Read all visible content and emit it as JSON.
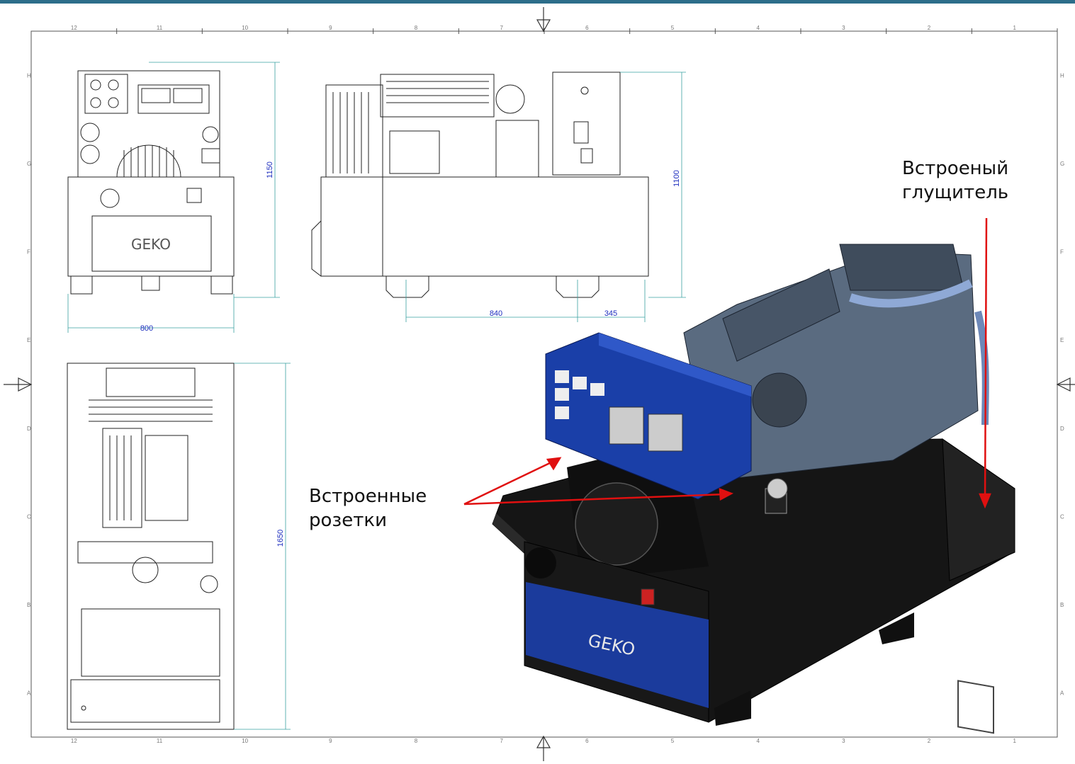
{
  "brand": "GEKO",
  "callouts": {
    "sockets": [
      "Встроенные",
      "розетки"
    ],
    "muffler": [
      "Встроеный",
      "глущитель"
    ]
  },
  "dimensions": {
    "front_width": "800",
    "front_height": "1150",
    "side_height": "1100",
    "side_length": "840",
    "side_overhang": "345",
    "top_length": "1650"
  },
  "zones": {
    "columns": [
      "12",
      "11",
      "10",
      "9",
      "8",
      "7",
      "6",
      "5",
      "4",
      "3",
      "2",
      "1"
    ],
    "rows": [
      "H",
      "G",
      "F",
      "E",
      "D",
      "C",
      "B",
      "A"
    ]
  },
  "colors": {
    "frame_top": "#2d6e8a",
    "dimension": "#1f2fbf",
    "callout_arrow": "#e01010",
    "panel_blue": "#1a3fa8",
    "housing_black": "#151515"
  }
}
